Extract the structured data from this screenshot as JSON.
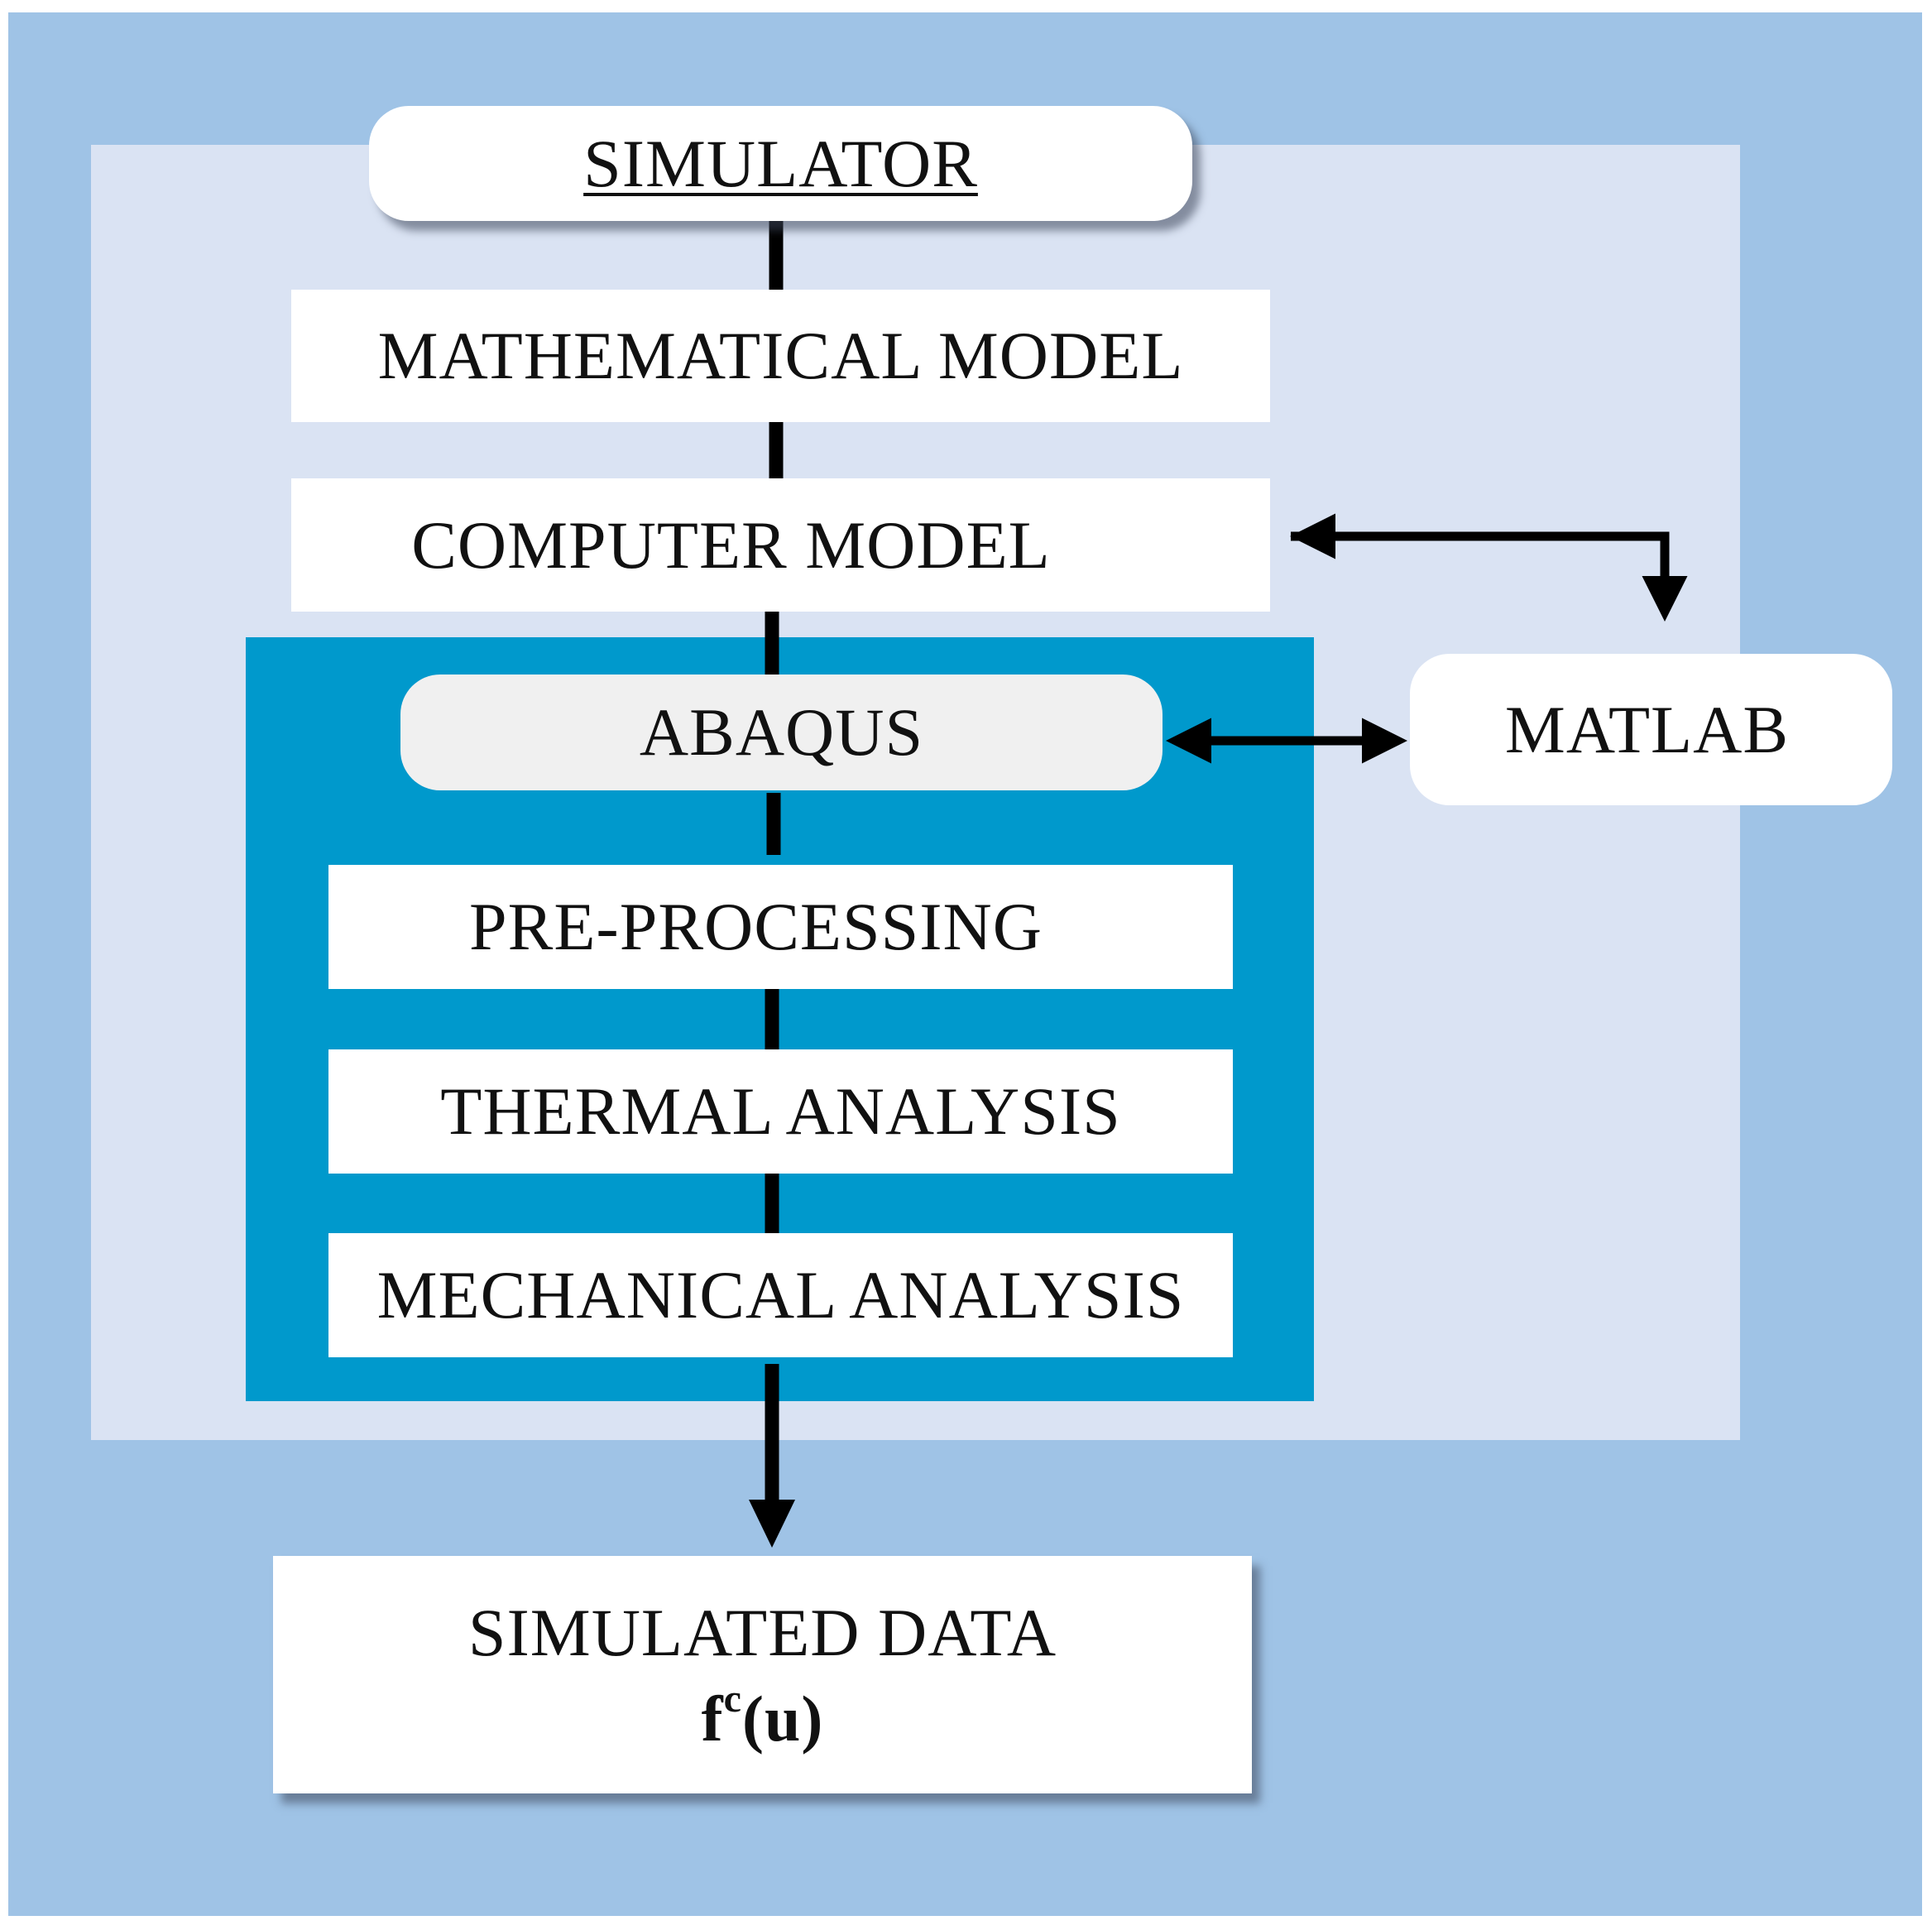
{
  "simulator": {
    "label": "SIMULATOR"
  },
  "mathematical_model": {
    "label": "MATHEMATICAL MODEL"
  },
  "computer_model": {
    "label": "COMPUTER MODEL"
  },
  "abaqus": {
    "label": "ABAQUS"
  },
  "matlab": {
    "label": "MATLAB"
  },
  "pre_processing": {
    "label": "PRE-PROCESSING"
  },
  "thermal_analysis": {
    "label": "THERMAL ANALYSIS"
  },
  "mechanical_analysis": {
    "label": "MECHANICAL ANALYSIS"
  },
  "simulated_data": {
    "label": "SIMULATED DATA",
    "formula_base": "f",
    "formula_sup": "c",
    "formula_arg": "(u)"
  },
  "colors": {
    "outer_panel": "#9fc3e6",
    "inner_panel": "#dae3f3",
    "abaqus_panel": "#0099cc",
    "box": "#ffffff",
    "abaqus_box": "#f0f0f0",
    "connector": "#000000"
  }
}
